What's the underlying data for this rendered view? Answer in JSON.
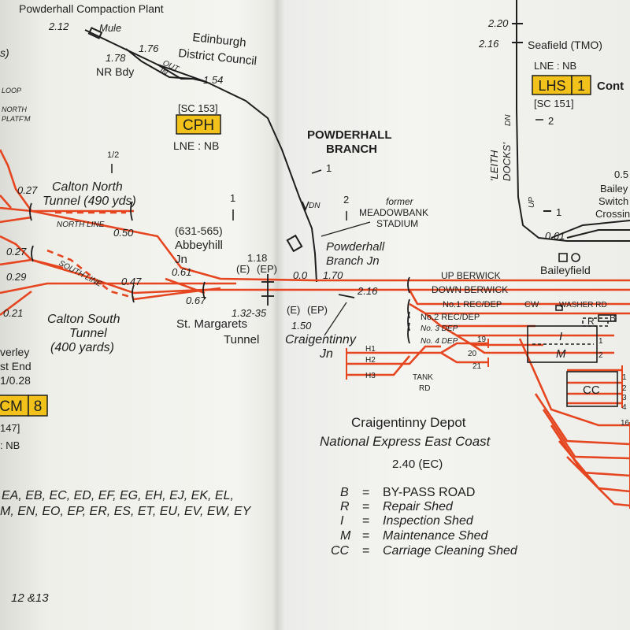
{
  "top": {
    "plant": "Powderhall Compaction Plant",
    "mule_mileage": "2.12",
    "mule": "Mule",
    "nrbdy_mileage": "1.78",
    "nrbdy": "NR Bdy",
    "m176": "1.76",
    "out": "OUT",
    "in": "IN",
    "council1": "Edinburgh",
    "council2": "District Council",
    "m154": "1.54",
    "sc153": "[SC 153]",
    "cph": "CPH",
    "lne_nb": "LNE : NB"
  },
  "left_page": {
    "s_frag": "s)",
    "loop": "LOOP",
    "north1": "NORTH",
    "north2": "PLATF'M",
    "half": "1/2",
    "m027a": "0.27",
    "calton_north1": "Calton North",
    "calton_north2": "Tunnel (490 yds)",
    "north_line": "NORTH LINE",
    "m050": "0.50",
    "m1": "1",
    "abbey_range": "(631-565)",
    "abbey1": "Abbeyhill",
    "abbey2": "Jn",
    "m061": "0.61",
    "m027b": "0.27",
    "m029": "0.29",
    "south_line": "SOUTH LINE",
    "m047": "0.47",
    "m067": "0.67",
    "m021": "0.21",
    "calton_south1": "Calton South",
    "calton_south2": "Tunnel",
    "calton_south3": "(400 yards)",
    "st_marg1": "St. Margarets",
    "st_marg2": "Tunnel",
    "waverley1": "verley",
    "waverley2": "st End",
    "waverley3": "1/0.28",
    "cm": "CM",
    "cm_num": "8",
    "sc147": "147]",
    "nb": ": NB",
    "codes1": "EA, EB, EC, ED, EF, EG, EH, EJ, EK, EL,",
    "codes2": "M, EN, EO, EP, ER, ES, ET, EU, EV, EW, EY",
    "page_num": "12 &13"
  },
  "center": {
    "m118": "1.18",
    "e_tag": "(E)",
    "ep_tag": "(EP)",
    "m132": "1.32-35",
    "branch1": "POWDERHALL",
    "branch2": "BRANCH",
    "marker1": "1",
    "marker2": "2",
    "dn": "DN",
    "meadow1": "former",
    "meadow2": "MEADOWBANK",
    "meadow3": "STADIUM",
    "pjn1": "Powderhall",
    "pjn2": "Branch Jn",
    "m000": "0.0",
    "m170": "1.70",
    "m216": "2.16",
    "e_tag2": "(E)",
    "ep_tag2": "(EP)",
    "m150": "1.50",
    "craig1": "Craigentinny",
    "craig2": "Jn"
  },
  "right_page": {
    "m220": "2.20",
    "m216b": "2.16",
    "seafield": "Seafield (TMO)",
    "lne_nb": "LNE : NB",
    "lhs": "LHS",
    "lhs_num": "1",
    "cont": "Cont",
    "sc151": "[SC 151]",
    "m2": "2",
    "leith1": "'LEITH",
    "leith2": "DOCKS'",
    "dn": "DN",
    "up": "UP",
    "m1": "1",
    "m061": "0.61",
    "baileyfield": "Baileyfield",
    "b05": "0.5",
    "bailey": "Bailey",
    "switch": "Switch",
    "crossing": "Crossin",
    "up_berwick": "UP BERWICK",
    "down_berwick": "DOWN BERWICK",
    "rec1": "No.1 REC/DEP",
    "rec2": "No.2 REC/DEP",
    "dep3": "No. 3 DEP",
    "dep4": "No. 4 DEP",
    "cw": "CW",
    "washer": "WASHER RD",
    "shed_r": "R",
    "shed_b": "B",
    "shed_i": "I",
    "shed_m": "M",
    "shed_cc": "CC",
    "n1": "1",
    "n2": "2",
    "n19": "19",
    "n20": "20",
    "n21": "21",
    "h1": "H1",
    "h2": "H2",
    "h3": "H3",
    "tank1": "TANK",
    "tank2": "RD",
    "cc_n1": "1",
    "cc_n2": "2",
    "cc_n3": "3",
    "cc_n4": "4",
    "n16": "16",
    "depot1": "Craigentinny Depot",
    "depot2": "National Express East Coast",
    "mileage_ec": "2.40 (EC)",
    "legend": [
      {
        "code": "B",
        "eq": "=",
        "desc": "BY-PASS ROAD"
      },
      {
        "code": "R",
        "eq": "=",
        "desc": "Repair Shed"
      },
      {
        "code": "I",
        "eq": "=",
        "desc": "Inspection Shed"
      },
      {
        "code": "M",
        "eq": "=",
        "desc": "Maintenance Shed"
      },
      {
        "code": "CC",
        "eq": "=",
        "desc": "Carriage Cleaning Shed"
      }
    ]
  },
  "colors": {
    "track_red": "#e5451f",
    "track_black": "#1e1e1e",
    "badge_yellow": "#f2c21b",
    "paper": "#f2f2ee"
  }
}
